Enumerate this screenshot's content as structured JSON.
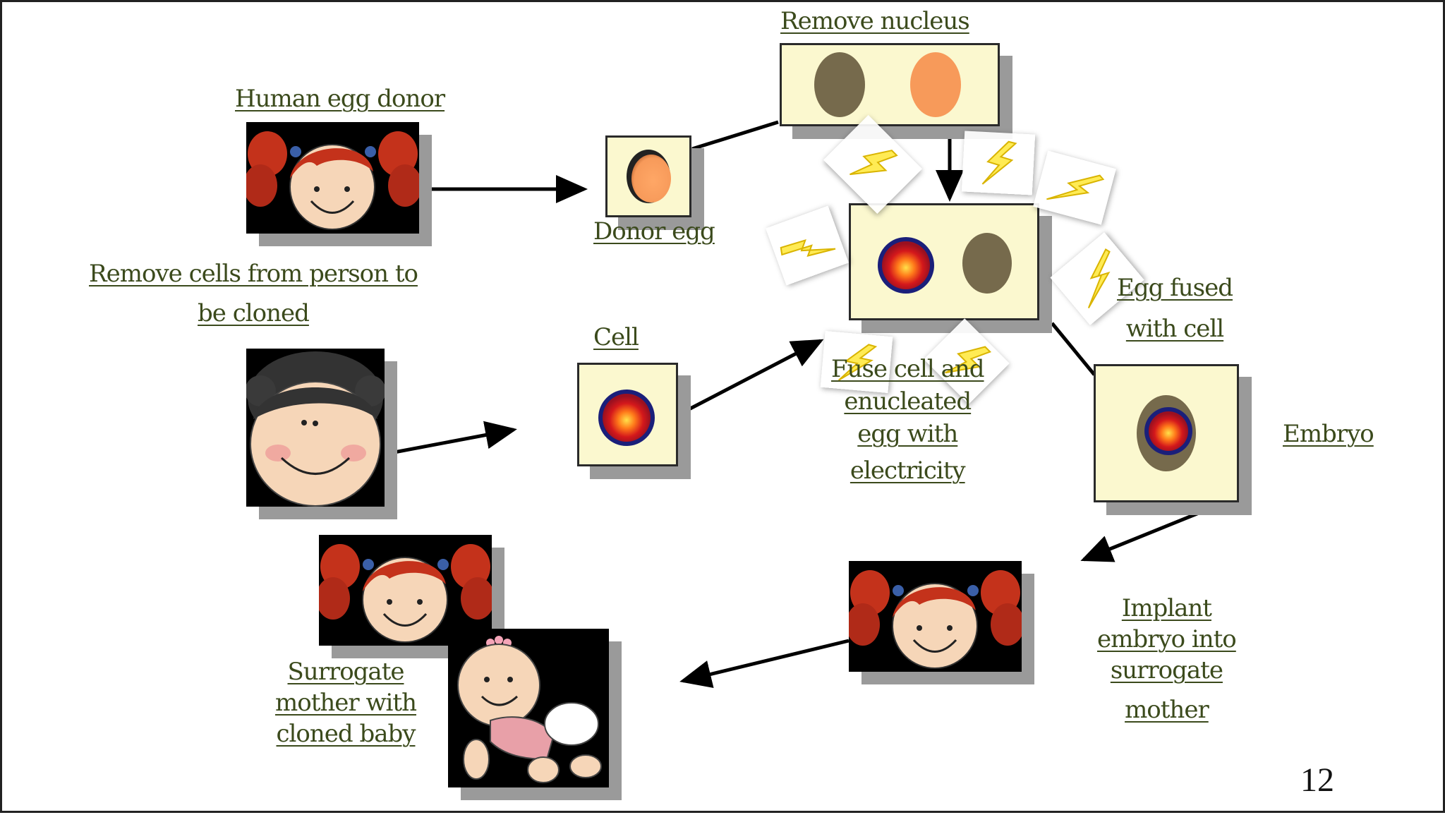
{
  "labels": {
    "human_egg_donor": "Human egg donor",
    "remove_nucleus": "Remove nucleus",
    "donor_egg": "Donor egg",
    "remove_cells": [
      "Remove cells from person to",
      "be cloned"
    ],
    "cell": "Cell",
    "fuse_cell": [
      "Fuse cell and",
      "enucleated",
      "egg with",
      "electricity"
    ],
    "egg_fused": [
      "Egg fused",
      "with cell"
    ],
    "embryo": "Embryo",
    "implant": [
      "Implant",
      "embryo into",
      "surrogate",
      "mother"
    ],
    "surrogate": [
      "Surrogate",
      "mother with",
      "cloned baby"
    ]
  },
  "page_number": "12",
  "icons": [
    "girl-face-icon",
    "boy-face-icon",
    "baby-icon",
    "lightning-icon",
    "egg-cell-icon",
    "nucleus-icon"
  ],
  "colors": {
    "label_text": "#3b4a1c",
    "cell_box_fill": "#fbf8cf",
    "egg_orange": "#f79a5a",
    "nucleus_brown": "#766a4c",
    "hair_red": "#c4321b",
    "skin": "#f6d6b8",
    "bolt_yellow": "#ffeb54"
  }
}
